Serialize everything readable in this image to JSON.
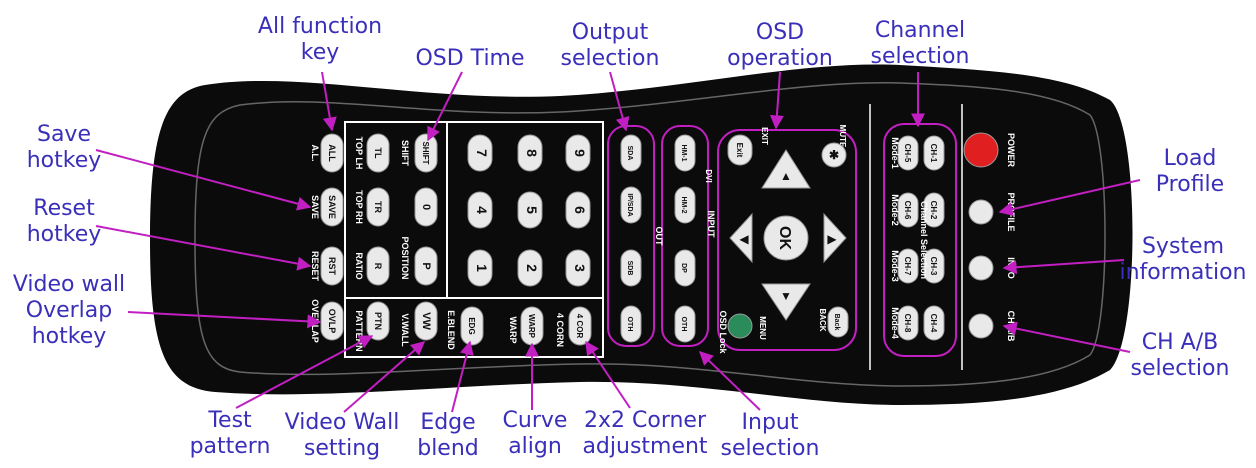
{
  "callouts": {
    "all_function_key": [
      "All function",
      "key"
    ],
    "osd_time": [
      "OSD Time"
    ],
    "output_selection": [
      "Output",
      "selection"
    ],
    "osd_operation": [
      "OSD",
      "operation"
    ],
    "channel_selection": [
      "Channel",
      "selection"
    ],
    "save_hotkey": [
      "Save",
      "hotkey"
    ],
    "reset_hotkey": [
      "Reset",
      "hotkey"
    ],
    "video_wall_overlap": [
      "Video wall",
      "Overlap",
      "hotkey"
    ],
    "load_profile": [
      "Load",
      "Profile"
    ],
    "system_information": [
      "System",
      "information"
    ],
    "ch_ab_selection": [
      "CH A/B",
      "selection"
    ],
    "test_pattern": [
      "Test",
      "pattern"
    ],
    "video_wall_setting": [
      "Video Wall",
      "setting"
    ],
    "edge_blend": [
      "Edge",
      "blend"
    ],
    "curve_align": [
      "Curve",
      "align"
    ],
    "corner_adjustment": [
      "2x2 Corner",
      "adjustment"
    ],
    "input_selection": [
      "Input",
      "selection"
    ]
  },
  "remote": {
    "left_column": {
      "labels": [
        "A.L.",
        "SAVE",
        "RESET",
        "OVERLAP"
      ],
      "keys": [
        "ALL",
        "SAVE",
        "RST",
        "OVLP"
      ]
    },
    "second_column": {
      "labels": [
        "TOP LH",
        "TOP RH",
        "RATIO",
        "PATTERN"
      ],
      "keys": [
        "TL",
        "TR",
        "R",
        "PTN"
      ]
    },
    "third_column": {
      "labels": [
        "SHIFT",
        "POSITION",
        "V.WALL"
      ],
      "keys": [
        "SHIFT",
        "0",
        "P",
        "VW"
      ]
    },
    "warp_column": {
      "labels": [
        "E.BLEND",
        "WARP",
        "4 CORN"
      ],
      "keys": [
        "EDG",
        "WARP",
        "4 COR"
      ]
    },
    "number_keys": [
      "7",
      "4",
      "1",
      "8",
      "5",
      "2",
      "9",
      "6",
      "3"
    ],
    "out_keys": [
      "SDA",
      "IP/SDA",
      "SDB",
      "OTH"
    ],
    "out_label": "OUT",
    "input_keys": [
      "HM-1",
      "HM-2",
      "DP",
      "OTH"
    ],
    "input_label": "INPUT",
    "dvi_label": "DVI",
    "osd_lock_label": "OSD Lock",
    "osd": {
      "exit_label": "EXIT",
      "exit_key": "Exit",
      "mute_label": "MUTE",
      "ok_key": "OK",
      "menu_label": "MENU",
      "back_label": "BACK",
      "back_key": "Back"
    },
    "channel_keys": [
      "CH-5",
      "CH-1",
      "CH-6",
      "CH-2",
      "CH-7",
      "CH-3",
      "CH-8",
      "CH-4"
    ],
    "mode_labels": [
      "Mode-1",
      "Mode-2",
      "Mode-3",
      "Mode-4"
    ],
    "channel_selection_label": "Channel Selection",
    "right_labels": [
      "POWER",
      "PROFILE",
      "INFO",
      "CH A/B"
    ]
  },
  "colors": {
    "callout": "#3a2fb8",
    "arrow": "#c21fc2",
    "body": "#0b0b0b",
    "key": "#e9e9e9",
    "power": "#e02020",
    "menu_key": "#2a8c5a"
  }
}
